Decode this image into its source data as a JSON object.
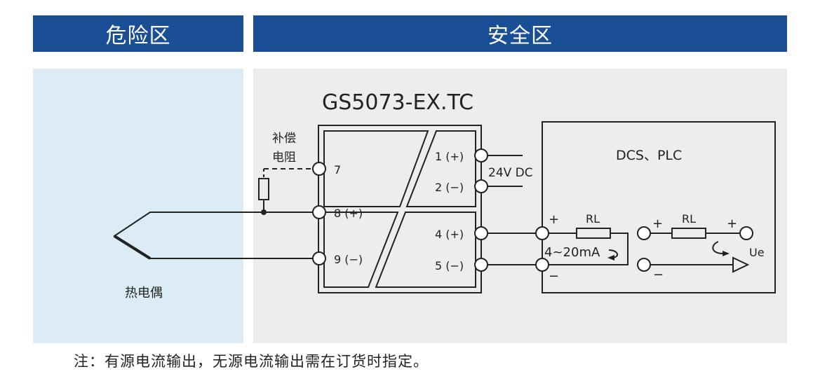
{
  "zones": {
    "hazard": "危险区",
    "safe": "安全区"
  },
  "device": {
    "model": "GS5073-EX.TC",
    "terminals": [
      "1 (+)",
      "2 (−)",
      "7",
      "8 (+)",
      "9 (−)",
      "4 (+)",
      "5 (−)"
    ]
  },
  "sensor": {
    "comp_label_1": "补偿",
    "comp_label_2": "电阻",
    "thermocouple": "热电偶"
  },
  "power": {
    "label": "24V DC"
  },
  "host": {
    "title": "DCS、PLC",
    "plus": "+",
    "minus": "−",
    "resistor": "RL",
    "current": "4~20mA",
    "voltage": "Ue"
  },
  "note": "注：有源电流输出，无源电流输出需在订货时指定。",
  "colors": {
    "banner": "#1a4f96",
    "hazard_bg": "#dcecf7",
    "safe_bg": "#ededed",
    "line": "#222222"
  }
}
